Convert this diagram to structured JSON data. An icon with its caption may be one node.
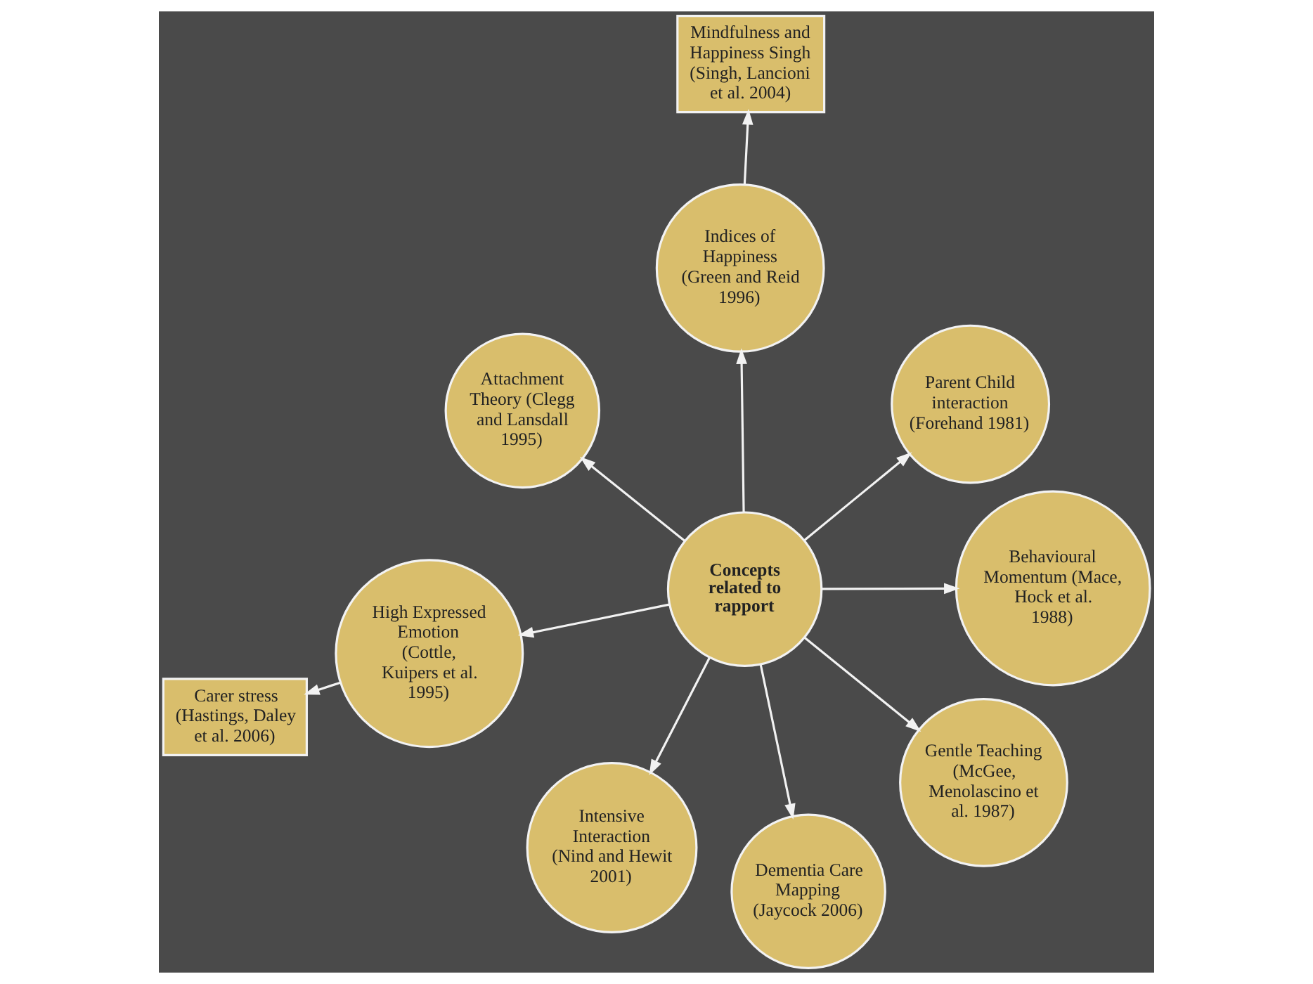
{
  "diagram": {
    "nodes": [
      {
        "text": [
          "Concepts related to rapport"
        ]
      },
      {
        "text": [
          "Parent Child interaction (Forehand 1981)"
        ]
      },
      {
        "text": [
          "Dementia Care Mapping (Jaycock 2006)"
        ]
      },
      {
        "text": [
          "Attachment Theory (Clegg and Lansdall 1995)"
        ]
      },
      {
        "text": [
          "Mindfulness and Happiness Singh (Singh, Lancioni et al. 2004)"
        ]
      },
      {
        "text": [
          "Indices of Happiness (Green and Reid 1996)"
        ]
      },
      {
        "text": [
          "High Expressed Emotion (Cottle, Kuipers et al. 1995)"
        ]
      },
      {
        "text": [
          "Behavioural Momentum (Mace, Hock et al. 1988)"
        ]
      },
      {
        "text": [
          "Intensive Interaction (Nind and Hewit 2001)"
        ]
      },
      {
        "text": [
          "Gentle Teaching (McGee, Menolascino et al. 1987)"
        ]
      },
      {
        "text": [
          "Carer stress (Hastings, Daley et al. 2006)"
        ]
      }
    ],
    "edges": [
      {
        "from": 0,
        "to": 1,
        "arrow": "to"
      },
      {
        "from": 0,
        "to": 2,
        "arrow": "to"
      },
      {
        "from": 0,
        "to": 3,
        "arrow": "to"
      },
      {
        "from": 0,
        "to": 5,
        "arrow": "to"
      },
      {
        "from": 0,
        "to": 6,
        "arrow": "to"
      },
      {
        "from": 0,
        "to": 7,
        "arrow": "to"
      },
      {
        "from": 0,
        "to": 8,
        "arrow": "to"
      },
      {
        "from": 0,
        "to": 9,
        "arrow": "to"
      },
      {
        "from": 5,
        "to": 4,
        "arrow": "to"
      },
      {
        "from": 6,
        "to": 10,
        "arrow": "to"
      }
    ]
  }
}
